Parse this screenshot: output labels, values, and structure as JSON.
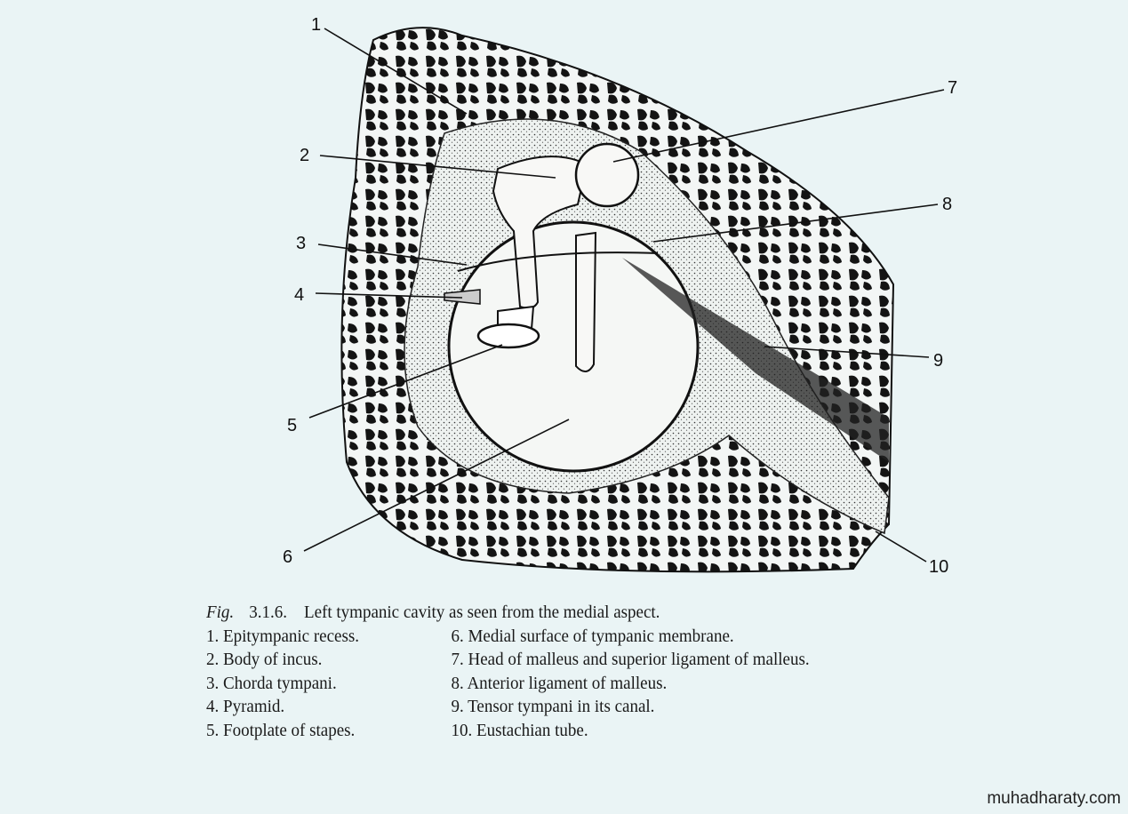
{
  "figure": {
    "labels": [
      "1",
      "2",
      "3",
      "4",
      "5",
      "6",
      "7",
      "8",
      "9",
      "10"
    ],
    "caption_prefix": "Fig.",
    "caption_number": "3.1.6.",
    "caption_title": "Left tympanic cavity as seen from the medial aspect.",
    "legend": [
      "1. Epitympanic recess.",
      "2. Body of incus.",
      "3. Chorda tympani.",
      "4. Pyramid.",
      "5. Footplate of stapes.",
      "6. Medial surface of tympanic membrane.",
      "7. Head of malleus and superior ligament of malleus.",
      "8. Anterior ligament of malleus.",
      "9. Tensor tympani in its canal.",
      "10. Eustachian tube."
    ]
  },
  "watermark": "muhadharaty.com"
}
